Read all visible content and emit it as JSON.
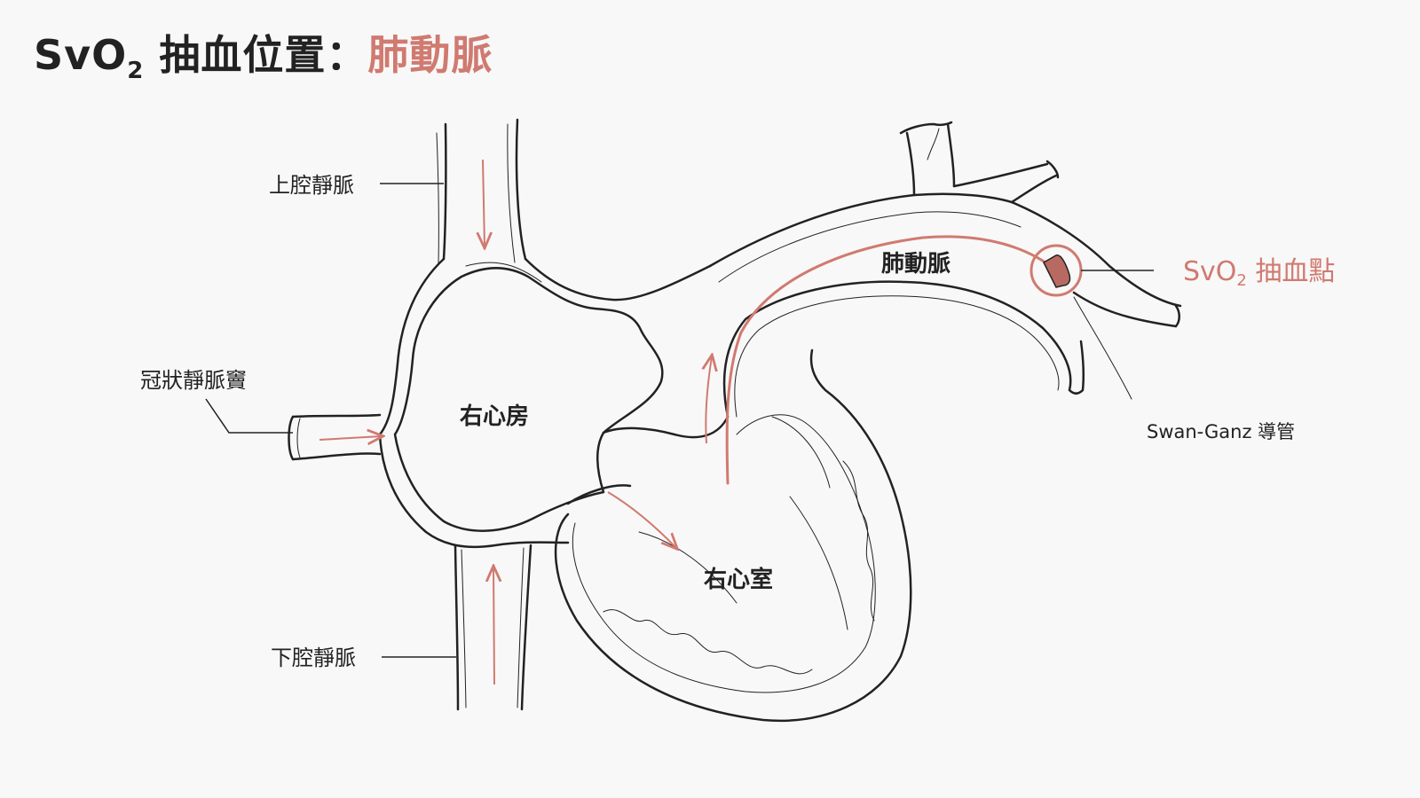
{
  "title": {
    "prefix": "SvO",
    "subscript": "2",
    "middle": " 抽血位置：",
    "accent": "肺動脈"
  },
  "labels": {
    "svc": "上腔靜脈",
    "coronary_sinus": "冠狀靜脈竇",
    "ivc": "下腔靜脈",
    "right_atrium": "右心房",
    "right_ventricle": "右心室",
    "pulmonary_artery": "肺動脈",
    "catheter": "Swan-Ganz 導管",
    "sample_point": {
      "prefix": "SvO",
      "subscript": "2",
      "suffix": " 抽血點"
    }
  },
  "colors": {
    "accent": "#d07a70",
    "line": "#222222",
    "tip": "#b86a62",
    "background": "#f8f8f8"
  }
}
